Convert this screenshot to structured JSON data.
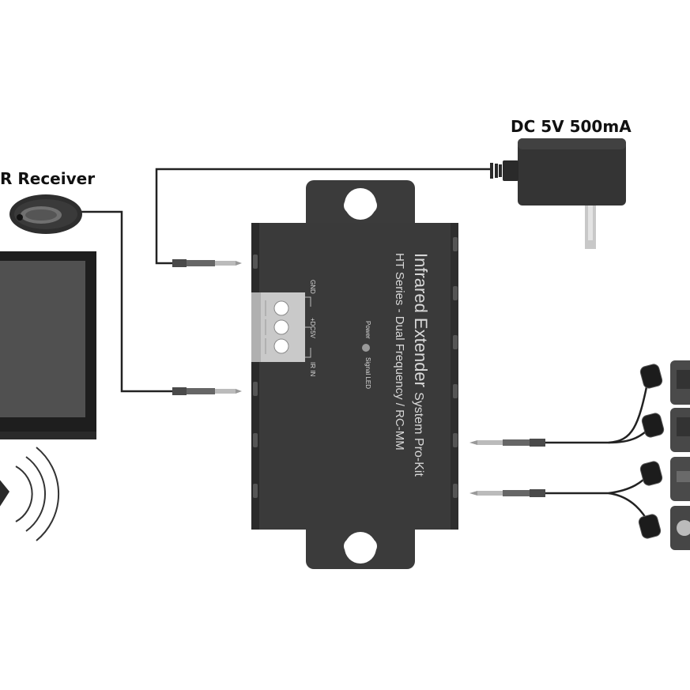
{
  "labels": {
    "power_supply": "DC 5V 500mA",
    "ir_receiver": "R Receiver"
  },
  "device": {
    "title": "Infrared Extender",
    "title_suffix": "System Pro-Kit",
    "subtitle": "HT Series - Dual Frequency / RC-MM",
    "terminals": [
      "GND",
      "+DC5V",
      "IR IN"
    ],
    "leds": [
      "Power",
      "Signal LED"
    ]
  },
  "colors": {
    "device_body": "#3a3a3a",
    "device_edge": "#262626",
    "cable": "#222222",
    "terminal_block": "#c9c9c9",
    "led": "#9a9a9a",
    "tv_screen": "#4a4a4a"
  },
  "icons": [
    "power-adapter-icon",
    "ir-receiver-eye-icon",
    "tv-icon",
    "remote-control-icon",
    "ir-emitter-icon",
    "av-equipment-icon"
  ]
}
